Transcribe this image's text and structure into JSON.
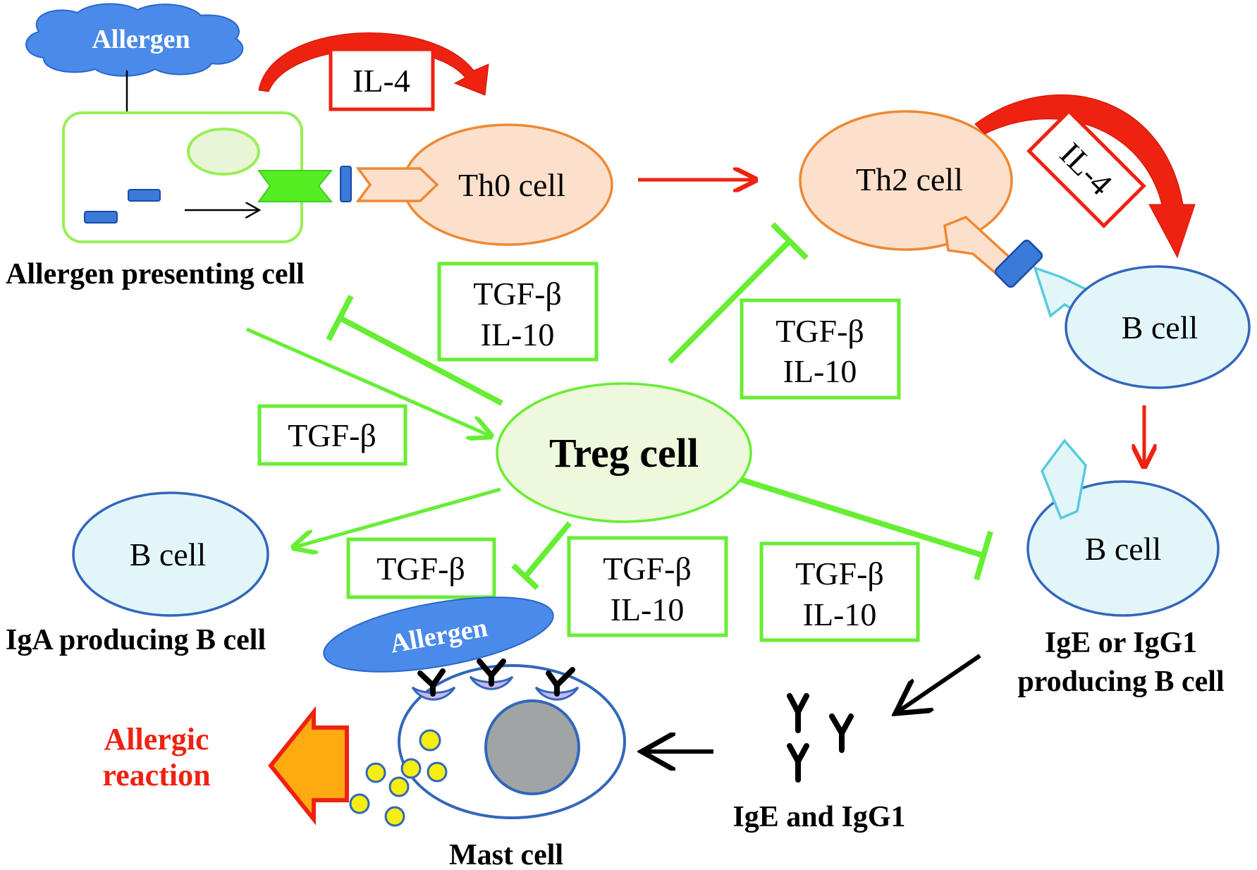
{
  "colors": {
    "treg_green": "#66ee33",
    "th2_red": "#ee2211",
    "apc_border": "#99ee55",
    "th_fill": "#fce0cc",
    "th_border": "#ee8833",
    "b_fill": "#e2f6fa",
    "b_border": "#3366bb",
    "allergen_blue": "#4a8ae8",
    "granule_yellow": "#f5ee10",
    "arrow_orange": "#ffaa11"
  },
  "labels": {
    "allergen_top": "Allergen",
    "allergen_mast": "Allergen",
    "il4_top": "IL-4",
    "il4_right": "IL-4",
    "th0": "Th0 cell",
    "th2": "Th2 cell",
    "b_cell_right": "B cell",
    "b_cell_ige": "B cell",
    "b_cell_iga": "B cell",
    "treg": "Treg cell"
  },
  "cytokine_boxes": {
    "apc": [
      "TGF-β",
      "IL-10"
    ],
    "th2": [
      "TGF-β",
      "IL-10"
    ],
    "induce": [
      "TGF-β"
    ],
    "iga": [
      "TGF-β"
    ],
    "mast": [
      "TGF-β",
      "IL-10"
    ],
    "ige": [
      "TGF-β",
      "IL-10"
    ]
  },
  "captions": {
    "apc": "Allergen presenting cell",
    "iga": "IgA producing B cell",
    "ige_line1": "IgE or IgG1",
    "ige_line2": "producing B cell",
    "antibodies": "IgE and IgG1",
    "mast": "Mast cell",
    "reaction_line1": "Allergic",
    "reaction_line2": "reaction"
  }
}
